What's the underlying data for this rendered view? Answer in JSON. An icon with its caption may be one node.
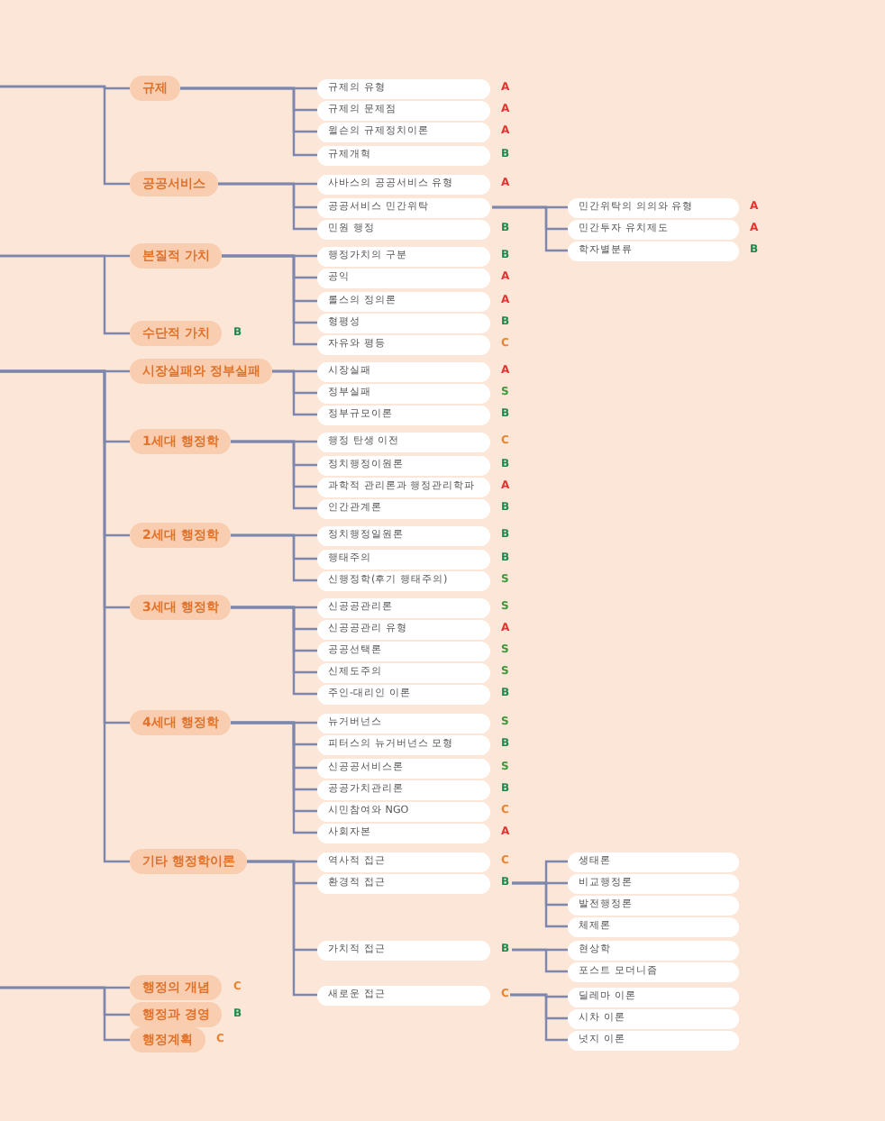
{
  "diagram": {
    "nodes": [
      {
        "text": [
          "규제"
        ]
      },
      {
        "text": [
          "규제의 유형"
        ],
        "beside": [
          "A"
        ]
      },
      {
        "text": [
          "규제의 문제점"
        ],
        "beside": [
          "A"
        ]
      },
      {
        "text": [
          "윌슨의 규제정치이론"
        ],
        "beside": [
          "A"
        ]
      },
      {
        "text": [
          "규제개혁"
        ],
        "beside": [
          "B"
        ]
      },
      {
        "text": [
          "공공서비스"
        ]
      },
      {
        "text": [
          "사바스의 공공서비스 유형"
        ],
        "beside": [
          "A"
        ]
      },
      {
        "text": [
          "공공서비스 민간위탁"
        ]
      },
      {
        "text": [
          "민간위탁의 의의와 유형"
        ],
        "beside": [
          "A"
        ]
      },
      {
        "text": [
          "민간투자 유치제도"
        ],
        "beside": [
          "A"
        ]
      },
      {
        "text": [
          "학자별분류"
        ],
        "beside": [
          "B"
        ]
      },
      {
        "text": [
          "민원 행정"
        ],
        "beside": [
          "B"
        ]
      },
      {
        "text": [
          "본질적 가치"
        ]
      },
      {
        "text": [
          "행정가치의 구분"
        ],
        "beside": [
          "B"
        ]
      },
      {
        "text": [
          "공익"
        ],
        "beside": [
          "A"
        ]
      },
      {
        "text": [
          "롤스의 정의론"
        ],
        "beside": [
          "A"
        ]
      },
      {
        "text": [
          "형평성"
        ],
        "beside": [
          "B"
        ]
      },
      {
        "text": [
          "자유와 평등"
        ],
        "beside": [
          "C"
        ]
      },
      {
        "text": [
          "수단적 가치"
        ],
        "beside": [
          "B"
        ]
      },
      {
        "text": [
          "시장실패와 정부실패"
        ]
      },
      {
        "text": [
          "시장실패"
        ],
        "beside": [
          "A"
        ]
      },
      {
        "text": [
          "정부실패"
        ],
        "beside": [
          "S"
        ]
      },
      {
        "text": [
          "정부규모이론"
        ],
        "beside": [
          "B"
        ]
      },
      {
        "text": [
          "1세대 행정학"
        ]
      },
      {
        "text": [
          "행정 탄생 이전"
        ],
        "beside": [
          "C"
        ]
      },
      {
        "text": [
          "정치행정이원론"
        ],
        "beside": [
          "B"
        ]
      },
      {
        "text": [
          "과학적 관리론과 행정관리학파"
        ],
        "beside": [
          "A"
        ]
      },
      {
        "text": [
          "인간관계론"
        ],
        "beside": [
          "B"
        ]
      },
      {
        "text": [
          "2세대 행정학"
        ]
      },
      {
        "text": [
          "정치행정일원론"
        ],
        "beside": [
          "B"
        ]
      },
      {
        "text": [
          "행태주의"
        ],
        "beside": [
          "B"
        ]
      },
      {
        "text": [
          "신행정학(후기 행태주의)"
        ],
        "beside": [
          "S"
        ]
      },
      {
        "text": [
          "3세대 행정학"
        ]
      },
      {
        "text": [
          "신공공관리론"
        ],
        "beside": [
          "S"
        ]
      },
      {
        "text": [
          "신공공관리 유형"
        ],
        "beside": [
          "A"
        ]
      },
      {
        "text": [
          "공공선택론"
        ],
        "beside": [
          "S"
        ]
      },
      {
        "text": [
          "신제도주의"
        ],
        "beside": [
          "S"
        ]
      },
      {
        "text": [
          "주인-대리인 이론"
        ],
        "beside": [
          "B"
        ]
      },
      {
        "text": [
          "4세대 행정학"
        ]
      },
      {
        "text": [
          "뉴거버넌스"
        ],
        "beside": [
          "S"
        ]
      },
      {
        "text": [
          "피터스의 뉴거버넌스 모형"
        ],
        "beside": [
          "B"
        ]
      },
      {
        "text": [
          "신공공서비스론"
        ],
        "beside": [
          "S"
        ]
      },
      {
        "text": [
          "공공가치관리론"
        ],
        "beside": [
          "B"
        ]
      },
      {
        "text": [
          "시민참여와 NGO"
        ],
        "beside": [
          "C"
        ]
      },
      {
        "text": [
          "사회자본"
        ],
        "beside": [
          "A"
        ]
      },
      {
        "text": [
          "기타 행정학이론"
        ]
      },
      {
        "text": [
          "역사적 접근"
        ],
        "beside": [
          "C"
        ]
      },
      {
        "text": [
          "환경적 접근"
        ],
        "beside": [
          "B"
        ]
      },
      {
        "text": [
          "생태론"
        ]
      },
      {
        "text": [
          "비교행정론"
        ]
      },
      {
        "text": [
          "발전행정론"
        ]
      },
      {
        "text": [
          "체제론"
        ]
      },
      {
        "text": [
          "가치적 접근"
        ],
        "beside": [
          "B"
        ]
      },
      {
        "text": [
          "현상학"
        ]
      },
      {
        "text": [
          "포스트 모더니즘"
        ]
      },
      {
        "text": [
          "새로운 접근"
        ],
        "beside": [
          "C"
        ]
      },
      {
        "text": [
          "딜레마 이론"
        ]
      },
      {
        "text": [
          "시차 이론"
        ]
      },
      {
        "text": [
          "넛지 이론"
        ]
      },
      {
        "text": [
          "행정의 개념"
        ],
        "beside": [
          "C"
        ]
      },
      {
        "text": [
          "행정과 경영"
        ],
        "beside": [
          "B"
        ]
      },
      {
        "text": [
          "행정계획"
        ],
        "beside": [
          "C"
        ]
      }
    ],
    "edges": [
      {
        "from": null,
        "to": 0,
        "arrow": "none"
      },
      {
        "from": null,
        "to": 5,
        "arrow": "none"
      },
      {
        "from": 0,
        "to": 1,
        "arrow": "none"
      },
      {
        "from": 0,
        "to": 2,
        "arrow": "none"
      },
      {
        "from": 0,
        "to": 3,
        "arrow": "none"
      },
      {
        "from": 0,
        "to": 4,
        "arrow": "none"
      },
      {
        "from": 5,
        "to": 6,
        "arrow": "none"
      },
      {
        "from": 5,
        "to": 7,
        "arrow": "none"
      },
      {
        "from": 5,
        "to": 11,
        "arrow": "none"
      },
      {
        "from": 7,
        "to": 8,
        "arrow": "none"
      },
      {
        "from": 7,
        "to": 9,
        "arrow": "none"
      },
      {
        "from": 7,
        "to": 10,
        "arrow": "none"
      },
      {
        "from": null,
        "to": 12,
        "arrow": "none"
      },
      {
        "from": null,
        "to": 18,
        "arrow": "none"
      },
      {
        "from": 12,
        "to": 13,
        "arrow": "none"
      },
      {
        "from": 12,
        "to": 14,
        "arrow": "none"
      },
      {
        "from": 12,
        "to": 15,
        "arrow": "none"
      },
      {
        "from": 12,
        "to": 16,
        "arrow": "none"
      },
      {
        "from": 12,
        "to": 17,
        "arrow": "none"
      },
      {
        "from": null,
        "to": 19,
        "arrow": "none"
      },
      {
        "from": null,
        "to": 23,
        "arrow": "none"
      },
      {
        "from": null,
        "to": 28,
        "arrow": "none"
      },
      {
        "from": null,
        "to": 32,
        "arrow": "none"
      },
      {
        "from": null,
        "to": 38,
        "arrow": "none"
      },
      {
        "from": null,
        "to": 45,
        "arrow": "none"
      },
      {
        "from": 19,
        "to": 20,
        "arrow": "none"
      },
      {
        "from": 19,
        "to": 21,
        "arrow": "none"
      },
      {
        "from": 19,
        "to": 22,
        "arrow": "none"
      },
      {
        "from": 23,
        "to": 24,
        "arrow": "none"
      },
      {
        "from": 23,
        "to": 25,
        "arrow": "none"
      },
      {
        "from": 23,
        "to": 26,
        "arrow": "none"
      },
      {
        "from": 23,
        "to": 27,
        "arrow": "none"
      },
      {
        "from": 28,
        "to": 29,
        "arrow": "none"
      },
      {
        "from": 28,
        "to": 30,
        "arrow": "none"
      },
      {
        "from": 28,
        "to": 31,
        "arrow": "none"
      },
      {
        "from": 32,
        "to": 33,
        "arrow": "none"
      },
      {
        "from": 32,
        "to": 34,
        "arrow": "none"
      },
      {
        "from": 32,
        "to": 35,
        "arrow": "none"
      },
      {
        "from": 32,
        "to": 36,
        "arrow": "none"
      },
      {
        "from": 32,
        "to": 37,
        "arrow": "none"
      },
      {
        "from": 38,
        "to": 39,
        "arrow": "none"
      },
      {
        "from": 38,
        "to": 40,
        "arrow": "none"
      },
      {
        "from": 38,
        "to": 41,
        "arrow": "none"
      },
      {
        "from": 38,
        "to": 42,
        "arrow": "none"
      },
      {
        "from": 38,
        "to": 43,
        "arrow": "none"
      },
      {
        "from": 38,
        "to": 44,
        "arrow": "none"
      },
      {
        "from": 45,
        "to": 46,
        "arrow": "none"
      },
      {
        "from": 45,
        "to": 47,
        "arrow": "none"
      },
      {
        "from": 45,
        "to": 52,
        "arrow": "none"
      },
      {
        "from": 45,
        "to": 55,
        "arrow": "none"
      },
      {
        "from": 47,
        "to": 48,
        "arrow": "none"
      },
      {
        "from": 47,
        "to": 49,
        "arrow": "none"
      },
      {
        "from": 47,
        "to": 50,
        "arrow": "none"
      },
      {
        "from": 47,
        "to": 51,
        "arrow": "none"
      },
      {
        "from": 52,
        "to": 53,
        "arrow": "none"
      },
      {
        "from": 52,
        "to": 54,
        "arrow": "none"
      },
      {
        "from": 55,
        "to": 56,
        "arrow": "none"
      },
      {
        "from": 55,
        "to": 57,
        "arrow": "none"
      },
      {
        "from": 55,
        "to": 58,
        "arrow": "none"
      },
      {
        "from": null,
        "to": 59,
        "arrow": "none"
      },
      {
        "from": null,
        "to": 60,
        "arrow": "none"
      },
      {
        "from": null,
        "to": 61,
        "arrow": "none"
      }
    ]
  }
}
